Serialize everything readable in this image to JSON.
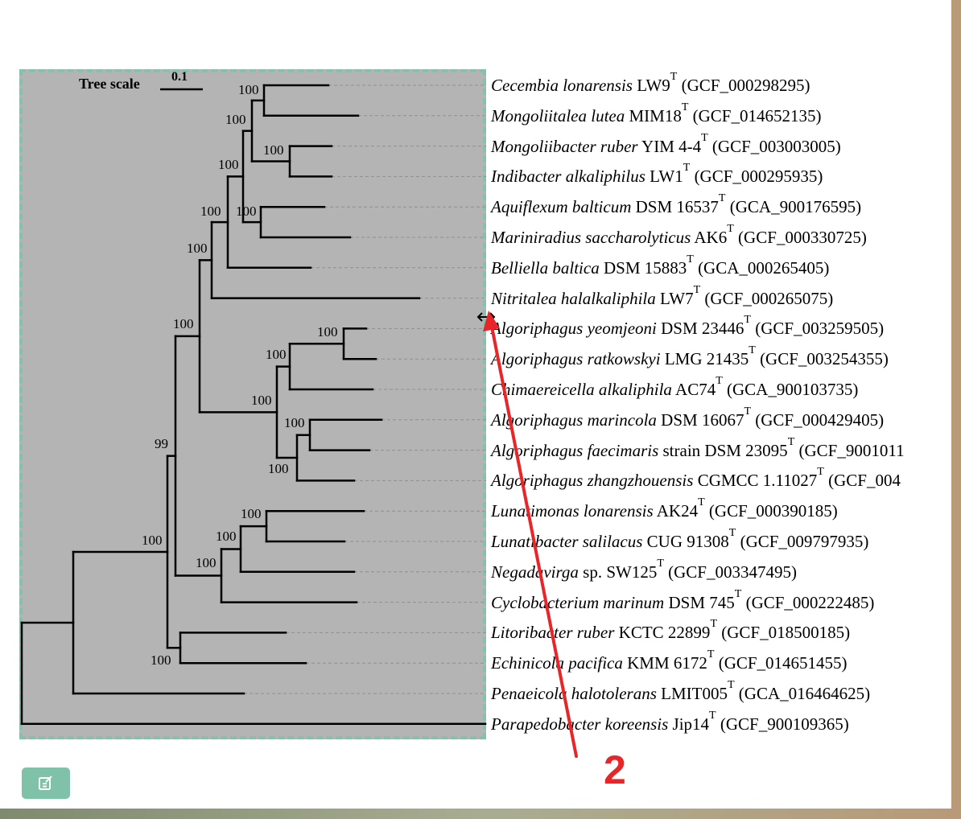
{
  "tree": {
    "scale_title": "Tree scale",
    "scale_value": "0.1",
    "bootstrap_values": [
      "100",
      "100",
      "100",
      "100",
      "100",
      "100",
      "100",
      "100",
      "100",
      "100",
      "100",
      "100",
      "100",
      "99",
      "100",
      "100",
      "100",
      "100",
      "100"
    ],
    "taxa": [
      {
        "genus": "Cecembia lonarensis",
        "strain": "LW9",
        "sup": "T",
        "acc": "(GCF_000298295)"
      },
      {
        "genus": "Mongoliitalea lutea",
        "strain": "MIM18",
        "sup": "T",
        "acc": "(GCF_014652135)"
      },
      {
        "genus": "Mongoliibacter ruber",
        "strain": "YIM 4-4",
        "sup": "T",
        "acc": "(GCF_003003005)"
      },
      {
        "genus": "Indibacter alkaliphilus",
        "strain": "LW1",
        "sup": "T",
        "acc": "(GCF_000295935)"
      },
      {
        "genus": "Aquiflexum balticum",
        "strain": "DSM 16537",
        "sup": "T",
        "acc": "(GCA_900176595)"
      },
      {
        "genus": "Mariniradius saccharolyticus",
        "strain": "AK6",
        "sup": "T",
        "acc": "(GCF_000330725)"
      },
      {
        "genus": "Belliella baltica",
        "strain": "DSM 15883",
        "sup": "T",
        "acc": "(GCA_000265405)"
      },
      {
        "genus": "Nitritalea halalkaliphila",
        "strain": "LW7",
        "sup": "T",
        "acc": "(GCF_000265075)"
      },
      {
        "genus": "Algoriphagus yeomjeoni",
        "strain": "DSM 23446",
        "sup": "T",
        "acc": "(GCF_003259505)"
      },
      {
        "genus": "Algoriphagus ratkowskyi",
        "strain": "LMG 21435",
        "sup": "T",
        "acc": "(GCF_003254355)"
      },
      {
        "genus": "Chimaereicella alkaliphila",
        "strain": "AC74",
        "sup": "T",
        "acc": "(GCA_900103735)"
      },
      {
        "genus": "Algoriphagus marincola",
        "strain": "DSM 16067",
        "sup": "T",
        "acc": "(GCF_000429405)"
      },
      {
        "genus": "Algoriphagus faecimaris",
        "strain": "strain DSM 23095",
        "sup": "T",
        "acc": "(GCF_9001011"
      },
      {
        "genus": "Algoriphagus zhangzhouensis",
        "strain": "CGMCC 1.11027",
        "sup": "T",
        "acc": "(GCF_004"
      },
      {
        "genus": "Lunatimonas lonarensis",
        "strain": "AK24",
        "sup": "T",
        "acc": "(GCF_000390185)"
      },
      {
        "genus": "Lunatibacter salilacus",
        "strain": "CUG 91308",
        "sup": "T",
        "acc": "(GCF_009797935)"
      },
      {
        "genus": "Negadavirga",
        "strain": "sp. SW125",
        "sup": "T",
        "acc": "(GCF_003347495)"
      },
      {
        "genus": "Cyclobacterium marinum",
        "strain": "DSM 745",
        "sup": "T",
        "acc": "(GCF_000222485)"
      },
      {
        "genus": "Litoribacter ruber",
        "strain": "KCTC 22899",
        "sup": "T",
        "acc": "(GCF_018500185)"
      },
      {
        "genus": "Echinicola pacifica",
        "strain": "KMM 6172",
        "sup": "T",
        "acc": "(GCF_014651455)"
      },
      {
        "genus": "Penaeicola halotolerans",
        "strain": "LMIT005",
        "sup": "T",
        "acc": "(GCA_016464625)"
      },
      {
        "genus": "Parapedobacter koreensis",
        "strain": "Jip14",
        "sup": "T",
        "acc": "(GCF_900109365)"
      }
    ]
  },
  "annotation": {
    "label": "2",
    "color": "#e8262a"
  },
  "colors": {
    "selection_fill": "#b4b4b4",
    "selection_border": "#84c2ad",
    "button_bg": "#7fc1a9"
  },
  "icons": {
    "resize": "horizontal-resize-icon",
    "edit": "edit-note-icon"
  }
}
